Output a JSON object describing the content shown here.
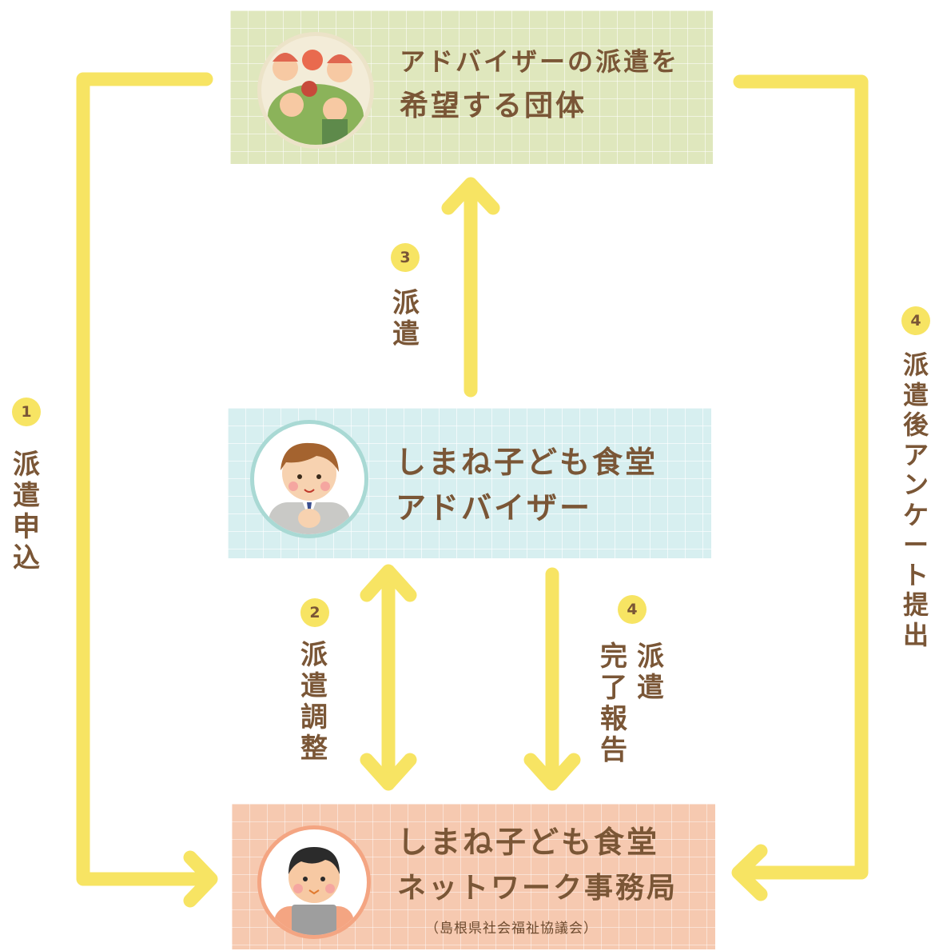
{
  "nodes": {
    "group": {
      "line1": "アドバイザーの派遣を",
      "line2": "希望する団体"
    },
    "advisor": {
      "line1": "しまね子ども食堂",
      "line2": "アドバイザー"
    },
    "office": {
      "line1": "しまね子ども食堂",
      "line2": "ネットワーク事務局",
      "sub": "（島根県社会福祉協議会）"
    }
  },
  "steps": {
    "s1": {
      "num": "1",
      "label": "派遣申込"
    },
    "s2": {
      "num": "2",
      "label": "派遣調整"
    },
    "s3": {
      "num": "3",
      "label": "派遣"
    },
    "s4a": {
      "num": "4",
      "label": "派遣後アンケート提出"
    },
    "s4b": {
      "num": "4",
      "col1": "派遣",
      "col2": "完了報告"
    }
  },
  "colors": {
    "arrow": "#f7e463",
    "text": "#7a5636",
    "group_bg": "#dfe7bd",
    "advisor_bg": "#d7eff0",
    "office_bg": "#f6c9b0"
  }
}
